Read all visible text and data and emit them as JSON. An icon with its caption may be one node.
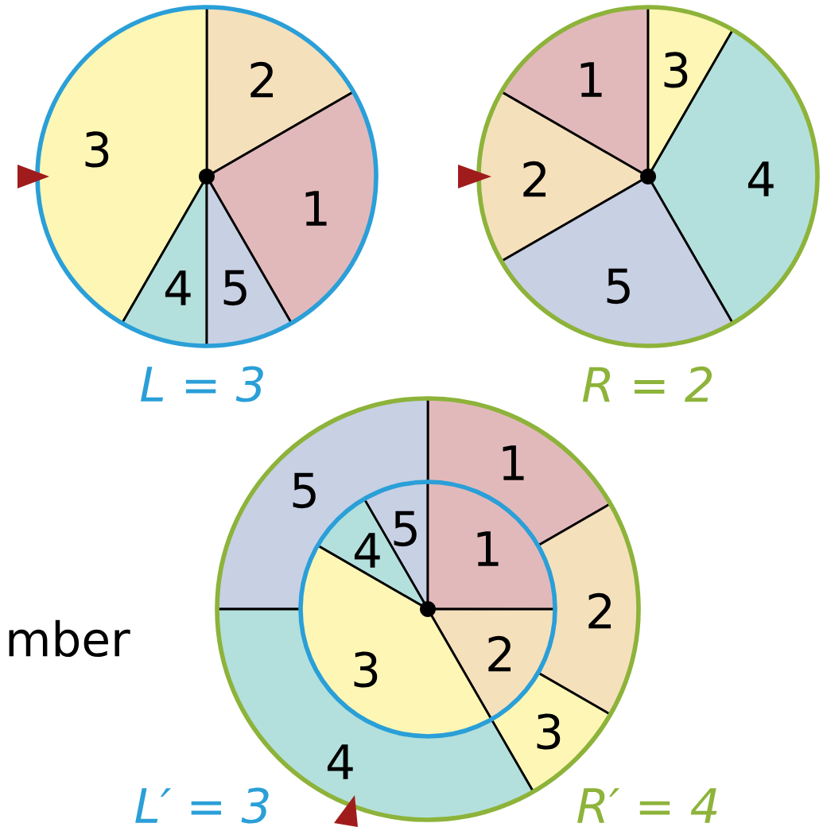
{
  "diagram": {
    "nodes": [
      {
        "text": [
          "2"
        ]
      },
      {
        "text": [
          "3"
        ]
      },
      {
        "text": [
          "1"
        ]
      },
      {
        "text": [
          "4"
        ]
      },
      {
        "text": [
          "5"
        ]
      },
      {
        "text": [
          "1"
        ]
      },
      {
        "text": [
          "3"
        ]
      },
      {
        "text": [
          "2"
        ]
      },
      {
        "text": [
          "4"
        ]
      },
      {
        "text": [
          "5"
        ]
      },
      {
        "text": [
          "1"
        ]
      },
      {
        "text": [
          "5"
        ]
      },
      {
        "text": [
          "5"
        ]
      },
      {
        "text": [
          "1"
        ]
      },
      {
        "text": [
          "4"
        ]
      },
      {
        "text": [
          "2"
        ]
      },
      {
        "text": [
          "2"
        ]
      },
      {
        "text": [
          "3"
        ]
      },
      {
        "text": [
          "3"
        ]
      },
      {
        "text": [
          "4"
        ]
      }
    ],
    "edges": [],
    "labels": [
      "L = 3",
      "R = 2",
      "mber",
      "L′ = 3",
      "R′ = 4"
    ]
  }
}
